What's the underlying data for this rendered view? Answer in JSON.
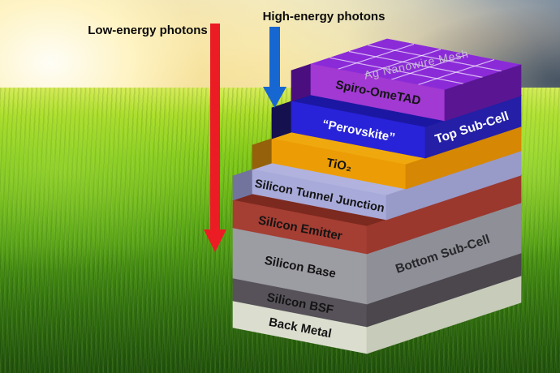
{
  "diagram": {
    "annotations": {
      "low_energy": {
        "label": "Low-energy photons",
        "arrow_color": "#EC1C24"
      },
      "high_energy": {
        "label": "High-energy photons",
        "arrow_color": "#1767D2"
      }
    },
    "stack": {
      "mesh": {
        "label": "Ag Nanowire Mesh",
        "top": "#8B2BD8",
        "grid": "rgba(255,255,255,0.78)",
        "label_color": "#C9C4CE"
      },
      "subcells": {
        "top": {
          "label": "Top Sub-Cell",
          "label_color": "#FFFFFF"
        },
        "bottom": {
          "label": "Bottom Sub-Cell",
          "label_color": "#26262B"
        }
      },
      "layers": [
        {
          "name": "Spiro-OmeTAD",
          "front": "#A139D2",
          "side": "#5A1692",
          "wedge": "#4A0E7E",
          "label_color": "#141414"
        },
        {
          "name": "“Perovskite”",
          "front": "#2823D8",
          "side": "#241FA6",
          "wedge": "#15114F",
          "top": "#1B17A2",
          "label_color": "#FFFFFF"
        },
        {
          "name": "TiO₂",
          "front": "#EC9D06",
          "side": "#D68703",
          "wedge": "#95610A",
          "top": "#EFA90F",
          "label_color": "#141414"
        },
        {
          "name": "Silicon Tunnel Junction",
          "front": "#A8AAD9",
          "side": "#989AC8",
          "wedge": "#72749E",
          "top": "#B1B3DE",
          "label_color": "#141414"
        },
        {
          "name": "Silicon Emitter",
          "front": "#A53E33",
          "side": "#9A382E",
          "top": "#7C291F",
          "label_color": "#141414"
        },
        {
          "name": "Silicon Base",
          "front": "#9C9CA3",
          "side": "#8F8F97",
          "label_color": "#141414"
        },
        {
          "name": "Silicon BSF",
          "front": "#575259",
          "side": "#4B474D",
          "label_color": "#141414"
        },
        {
          "name": "Back Metal",
          "front": "#DBDECE",
          "side": "#C7CBB9",
          "label_color": "#141414"
        }
      ]
    }
  }
}
